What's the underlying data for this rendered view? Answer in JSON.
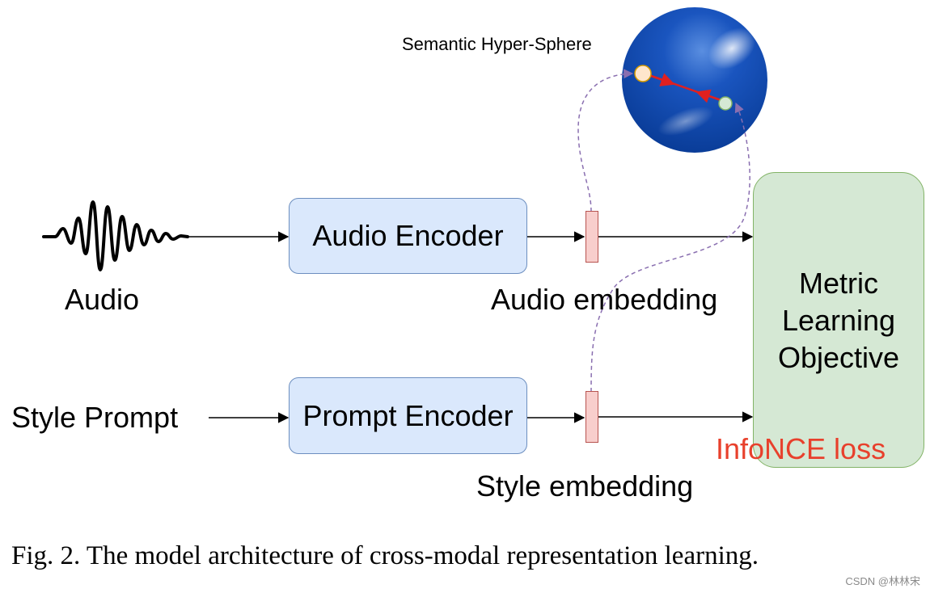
{
  "diagram": {
    "sphere_label": "Semantic Hyper-Sphere",
    "audio_label": "Audio",
    "audio_encoder": "Audio Encoder",
    "audio_embedding": "Audio embedding",
    "style_prompt": "Style Prompt",
    "prompt_encoder": "Prompt Encoder",
    "style_embedding": "Style embedding",
    "metric_lines": [
      "Metric",
      "Learning",
      "Objective"
    ],
    "loss_label": "InfoNCE loss"
  },
  "caption": "Fig. 2.  The model architecture of cross-modal representation learning.",
  "watermark": "CSDN @林林宋",
  "colors": {
    "encoder_fill": "#dae8fc",
    "encoder_border": "#6c8ebf",
    "embedding_fill": "#f8cecc",
    "embedding_border": "#b85450",
    "metric_fill": "#d5e8d4",
    "metric_border": "#82b366",
    "loss_text": "#e8402c",
    "sphere": "#0a44a8",
    "dashed_link": "#8a6fb0",
    "sphere_arrow": "#e02020"
  },
  "icons": {
    "audio": "waveform-icon",
    "sphere": "hypersphere-icon"
  }
}
